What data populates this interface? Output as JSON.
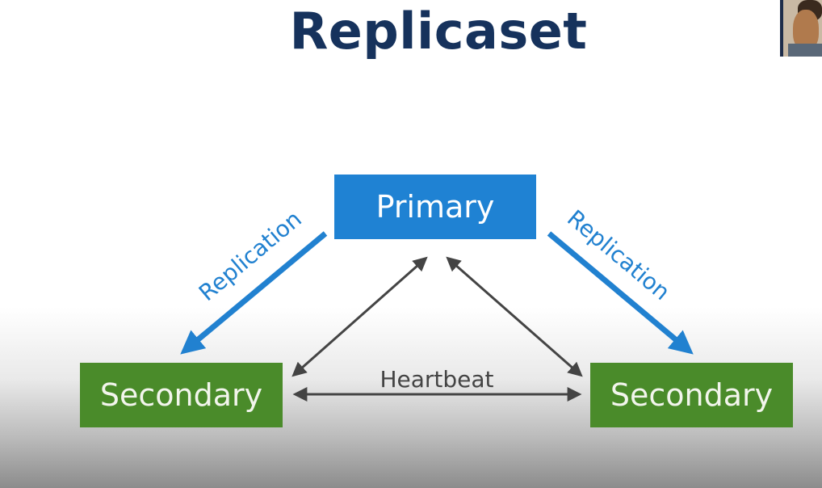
{
  "title": "Replicaset",
  "nodes": {
    "primary": "Primary",
    "secondary_left": "Secondary",
    "secondary_right": "Secondary"
  },
  "edges": {
    "replication_left": "Replication",
    "replication_right": "Replication",
    "heartbeat": "Heartbeat"
  },
  "colors": {
    "title": "#16325c",
    "primary": "#1f82d3",
    "secondary": "#4a8b2a",
    "replication": "#2181d0",
    "heartbeat": "#444444"
  }
}
